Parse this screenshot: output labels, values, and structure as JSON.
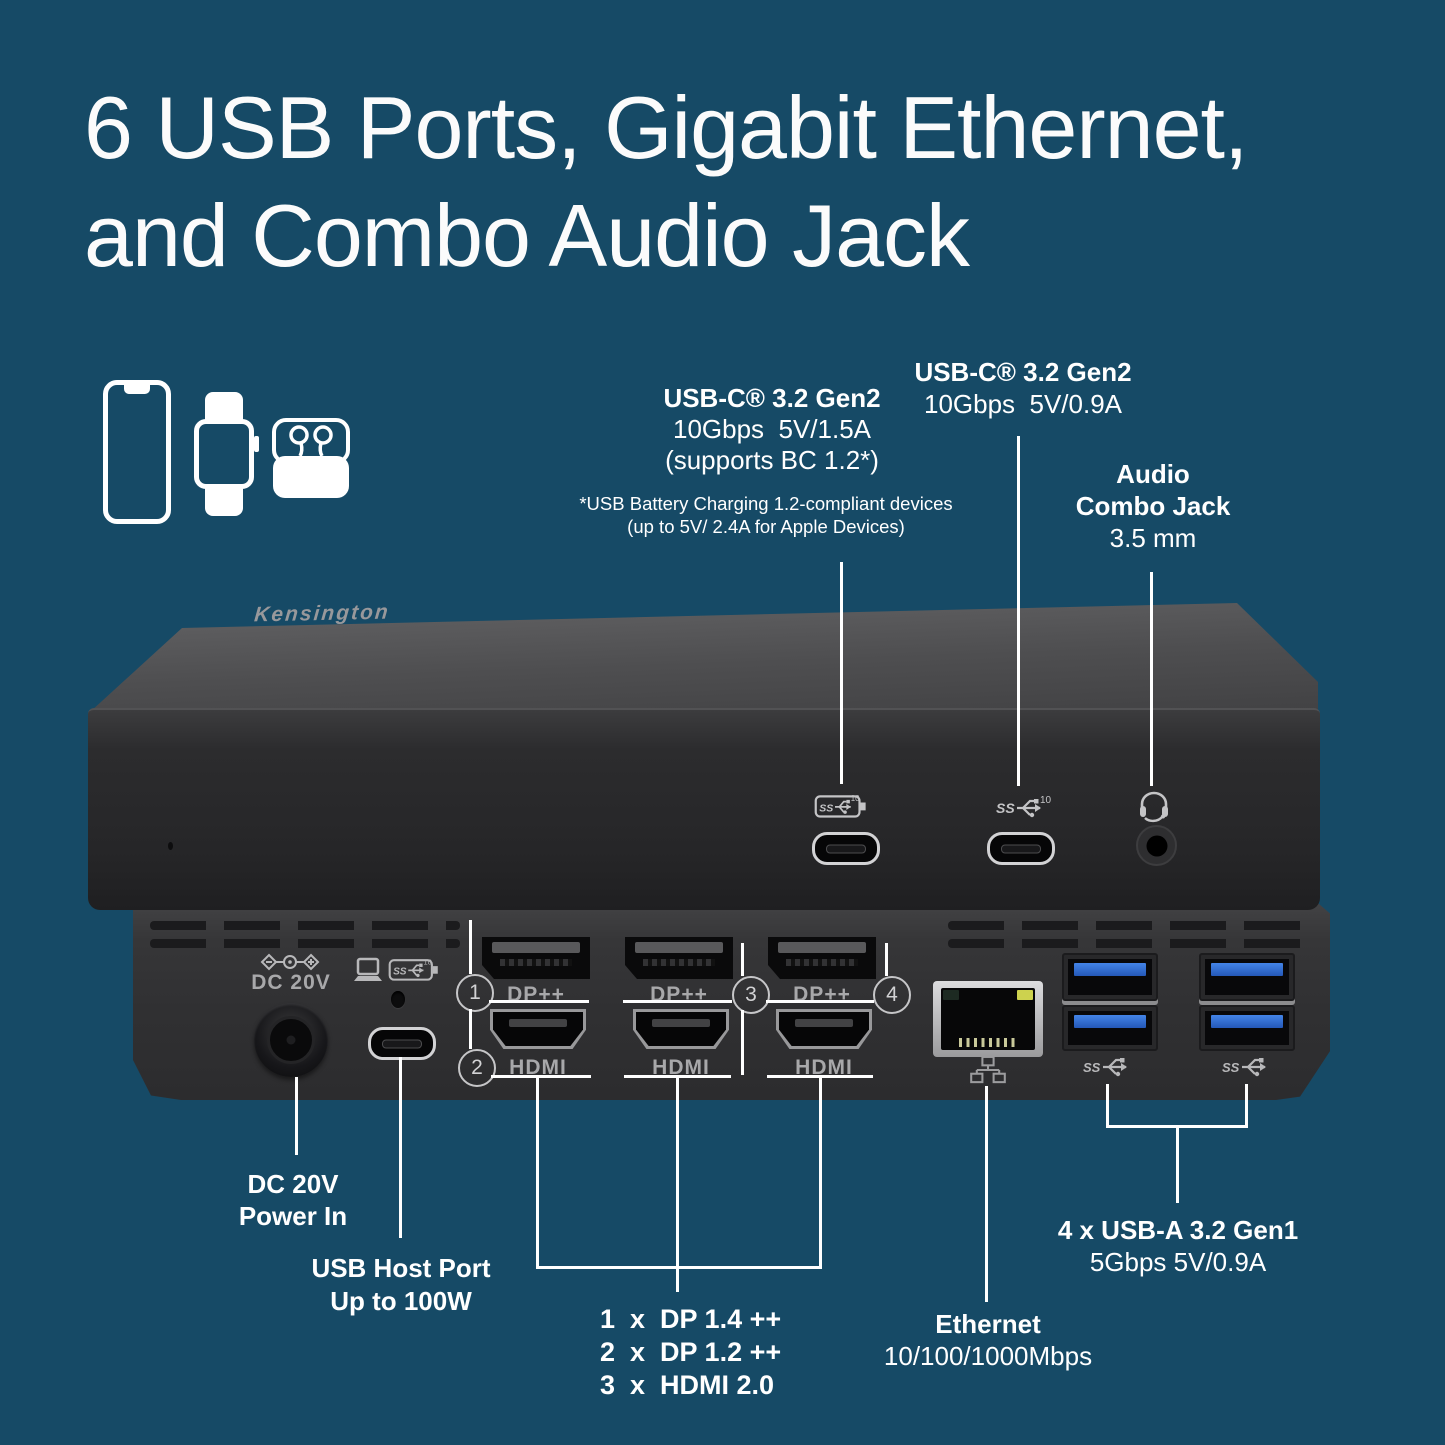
{
  "colors": {
    "background": "#164a66",
    "callout_line": "#ffffff",
    "usb_blue": "#2f6fd0"
  },
  "title": {
    "line1": "6 USB Ports, Gigabit Ethernet,",
    "line2": "and Combo Audio Jack"
  },
  "callouts": {
    "usbc_front": {
      "heading": "USB-C® 3.2 Gen2",
      "spec": "10Gbps  5V/1.5A",
      "note": "(supports BC 1.2*)",
      "footnote1": "*USB Battery Charging 1.2-compliant devices",
      "footnote2": "(up to 5V/ 2.4A for Apple Devices)"
    },
    "usbc_data": {
      "heading": "USB-C® 3.2 Gen2",
      "spec": "10Gbps  5V/0.9A"
    },
    "audio": {
      "heading1": "Audio",
      "heading2": "Combo Jack",
      "spec": "3.5 mm"
    },
    "power": {
      "heading": "DC 20V",
      "sub": "Power In"
    },
    "host": {
      "heading": "USB Host Port",
      "sub": "Up to 100W"
    },
    "video": {
      "line1": "1  x  DP 1.4 ++",
      "line2": "2  x  DP 1.2 ++",
      "line3": "3  x  HDMI 2.0"
    },
    "ethernet": {
      "heading": "Ethernet",
      "spec": "10/100/1000Mbps"
    },
    "usba": {
      "heading": "4 x USB-A 3.2 Gen1",
      "spec": "5Gbps 5V/0.9A"
    }
  },
  "device": {
    "brand": "Kensington",
    "port_labels": {
      "dc": "DC 20V",
      "dp": "DP++",
      "hdmi": "HDMI"
    },
    "port_numbers": [
      "1",
      "2",
      "3",
      "4"
    ]
  },
  "icons": {
    "ss": "SS",
    "ten": "10"
  }
}
